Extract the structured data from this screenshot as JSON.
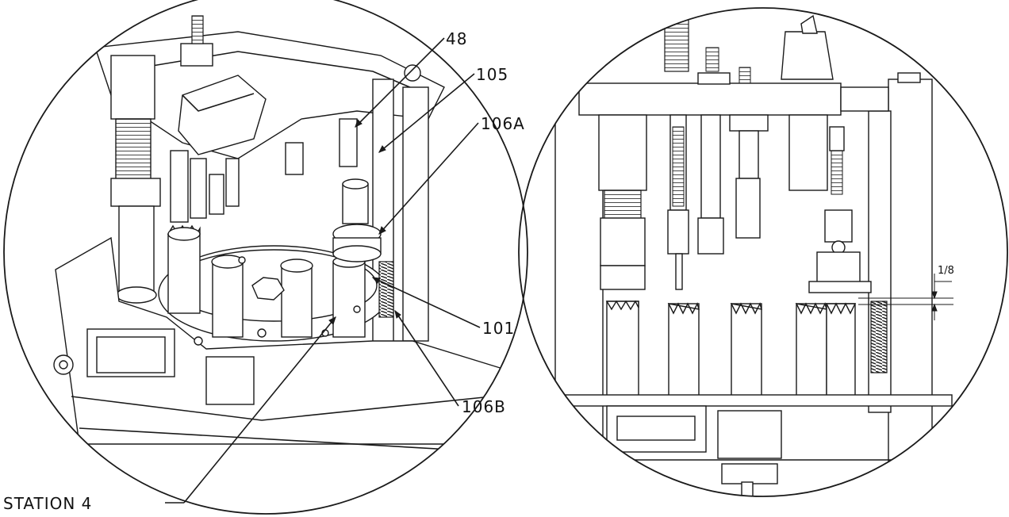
{
  "callouts": {
    "c48": "48",
    "c105": "105",
    "c106a": "106A",
    "c101": "101",
    "c106b": "106B",
    "station": "STATION  4"
  },
  "dimension": {
    "label": "1/8"
  },
  "colors": {
    "line": "#1a1a1a",
    "background": "#ffffff"
  }
}
